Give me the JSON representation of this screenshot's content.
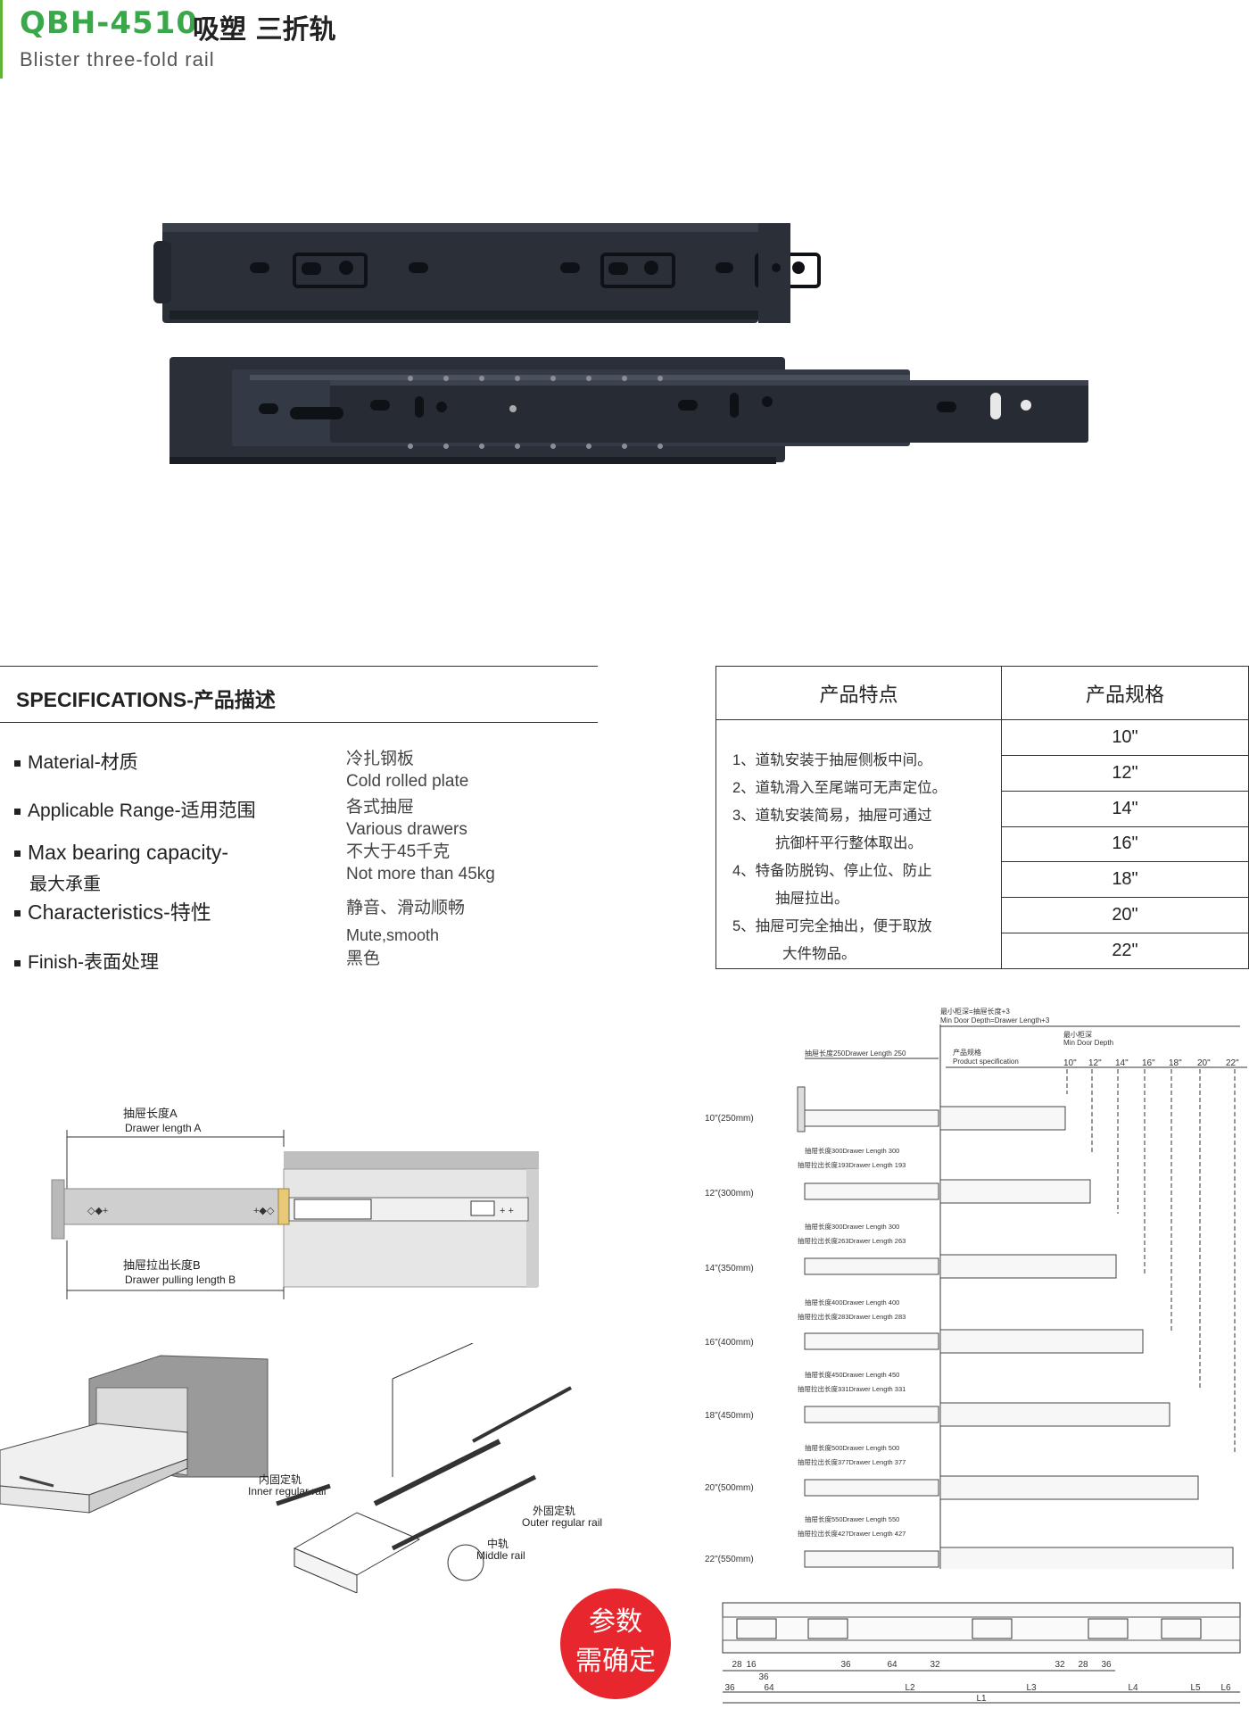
{
  "header": {
    "model": "QBH-4510",
    "title_cn": "吸塑 三折轨",
    "title_en": "Blister three-fold rail"
  },
  "specs": {
    "title": "SPECIFICATIONS-产品描述",
    "rows": [
      {
        "label": "Material-材质",
        "value_cn": "冷扎钢板",
        "value_en": "Cold rolled plate"
      },
      {
        "label": "Applicable Range-适用范围",
        "value_cn": "各式抽屉",
        "value_en": "Various drawers"
      },
      {
        "label": "Max bearing capacity-",
        "label2": "最大承重",
        "value_cn": "不大于45千克",
        "value_en": "Not more than 45kg"
      },
      {
        "label": "Characteristics-特性",
        "value_cn": "静音、滑动顺畅",
        "value_en": "Mute,smooth"
      },
      {
        "label": "Finish-表面处理",
        "value_cn": "黑色"
      }
    ]
  },
  "features": {
    "col1": "产品特点",
    "col2": "产品规格",
    "items": [
      "1、道轨安装于抽屉侧板中间。",
      "2、道轨滑入至尾端可无声定位。",
      "3、道轨安装简易，抽屉可通过",
      "抗御杆平行整体取出。",
      "4、特备防脱钩、停止位、防止",
      "抽屉拉出。",
      "5、抽屉可完全抽出，便于取放",
      "大件物品。"
    ],
    "sizes": [
      "10\"",
      "12\"",
      "14\"",
      "16\"",
      "18\"",
      "20\"",
      "22\""
    ]
  },
  "figure_a": {
    "label_a_cn": "抽屉长度A",
    "label_a_en": "Drawer length A",
    "label_b_cn": "抽屉拉出长度B",
    "label_b_en": "Drawer pulling length B"
  },
  "figure_b": {
    "inner_cn": "内固定轨",
    "inner_en": "Inner regular rail",
    "outer_cn": "外固定轨",
    "outer_en": "Outer regular rail",
    "middle_cn": "中轨",
    "middle_en": "Middle rail"
  },
  "figure_c": {
    "min_depth_cn": "最小柜深=抽屉长度+3",
    "min_depth_en": "Min Door Depth=Drawer Length+3",
    "min_door_cn": "最小柜深",
    "min_door_en": "Min Door Depth",
    "spec_cn": "产品规格",
    "spec_en": "Product specification",
    "drawer_250": "抽屉长度250Drawer Length 250",
    "size_cols": [
      "10\"",
      "12\"",
      "14\"",
      "16\"",
      "18\"",
      "20\"",
      "22\""
    ],
    "rows": [
      {
        "label": "10\"(250mm)"
      },
      {
        "label": "12\"(300mm)",
        "l1": "抽屉长度300Drawer Length 300",
        "l2": "抽屉拉出长度193Drawer Length 193"
      },
      {
        "label": "14\"(350mm)",
        "l1": "抽屉长度300Drawer Length 300",
        "l2": "抽屉拉出长度263Drawer Length 263"
      },
      {
        "label": "16\"(400mm)",
        "l1": "抽屉长度400Drawer Length 400",
        "l2": "抽屉拉出长度283Drawer Length 283"
      },
      {
        "label": "18\"(450mm)",
        "l1": "抽屉长度450Drawer Length 450",
        "l2": "抽屉拉出长度331Drawer Length 331"
      },
      {
        "label": "20\"(500mm)",
        "l1": "抽屉长度500Drawer Length 500",
        "l2": "抽屉拉出长度377Drawer Length 377"
      },
      {
        "label": "22\"(550mm)",
        "l1": "抽屉长度550Drawer Length 550",
        "l2": "抽屉拉出长度427Drawer Length 427"
      }
    ]
  },
  "figure_d": {
    "dims_top": [
      "28",
      "16",
      "36",
      "36",
      "64",
      "32",
      "32",
      "28",
      "36"
    ],
    "dims_bottom": [
      "36",
      "64",
      "L2",
      "L3",
      "L4",
      "L5",
      "L6",
      "L1"
    ]
  },
  "stamp": {
    "line1": "参数",
    "line2": "需确定"
  }
}
